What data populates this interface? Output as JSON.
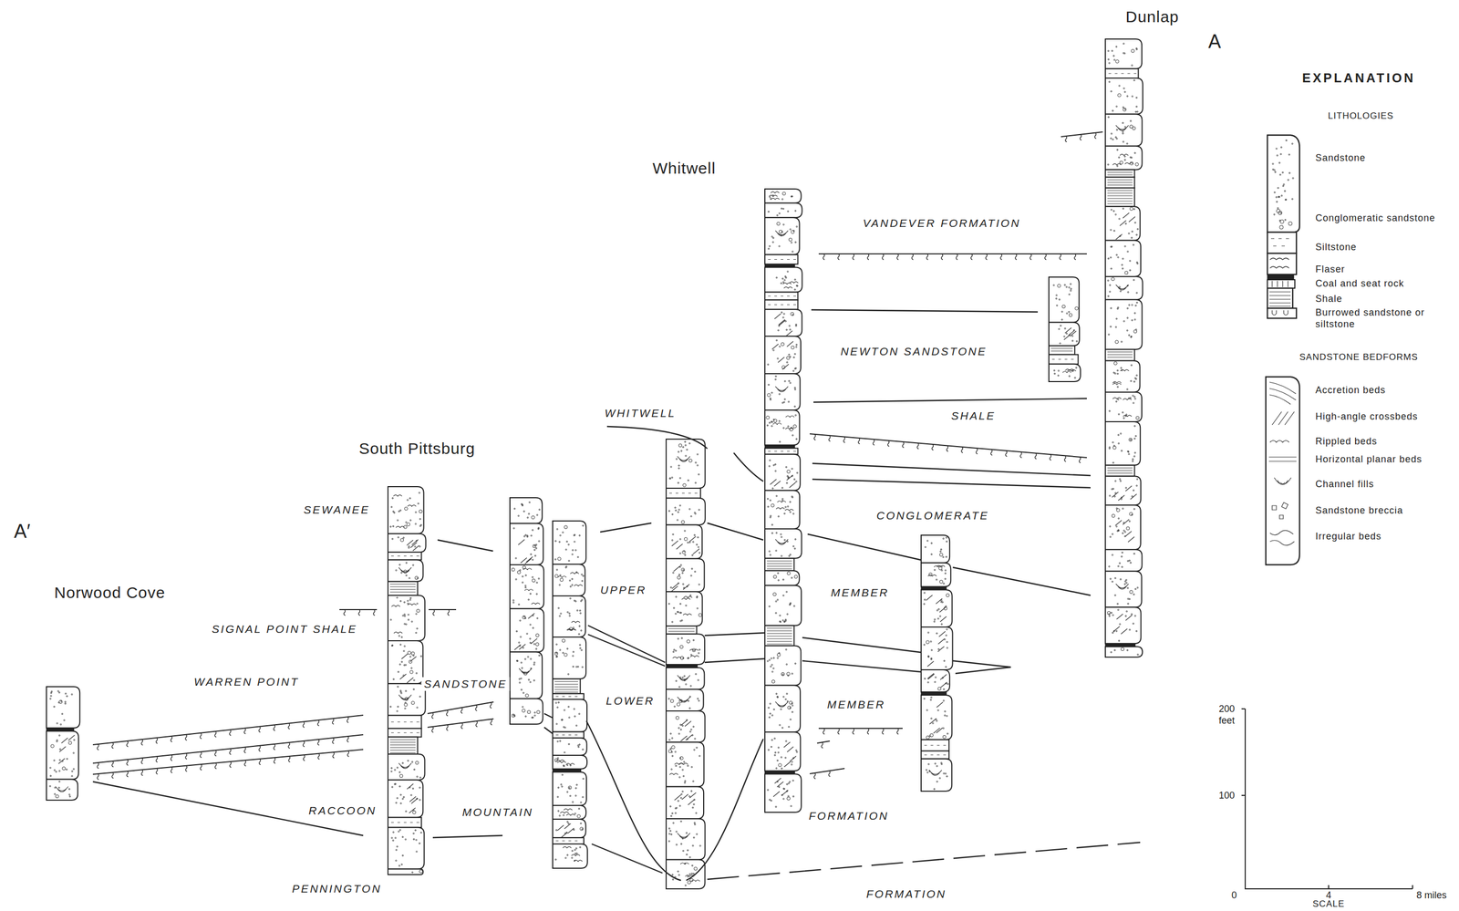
{
  "diagram": {
    "labels": [
      "Dunlap",
      "A",
      "Whitwell",
      "South Pittsburg",
      "A′",
      "Norwood Cove",
      "VANDEVER FORMATION",
      "NEWTON SANDSTONE",
      "WHITWELL",
      "SHALE",
      "SEWANEE",
      "CONGLOMERATE",
      "UPPER",
      "MEMBER",
      "SIGNAL POINT SHALE",
      "WARREN POINT",
      "SANDSTONE",
      "LOWER",
      "MEMBER",
      "RACCOON",
      "MOUNTAIN",
      "FORMATION",
      "PENNINGTON",
      "FORMATION",
      "EXPLANATION",
      "LITHOLOGIES",
      "SANDSTONE BEDFORMS",
      "200",
      "feet",
      "100",
      "0",
      "4",
      "8 miles",
      "SCALE"
    ],
    "legend": [
      {
        "text": "Sandstone"
      },
      {
        "text": "Conglomeratic sandstone"
      },
      {
        "text": "Siltstone"
      },
      {
        "text": "Flaser"
      },
      {
        "text": "Coal and seat rock"
      },
      {
        "text": "Shale"
      },
      {
        "text": "Burrowed sandstone or siltstone"
      },
      {
        "text": "Accretion beds"
      },
      {
        "text": "High-angle crossbeds"
      },
      {
        "text": "Rippled beds"
      },
      {
        "text": "Horizontal planar beds"
      },
      {
        "text": "Channel fills"
      },
      {
        "text": "Sandstone breccia"
      },
      {
        "text": "Irregular beds"
      }
    ]
  }
}
